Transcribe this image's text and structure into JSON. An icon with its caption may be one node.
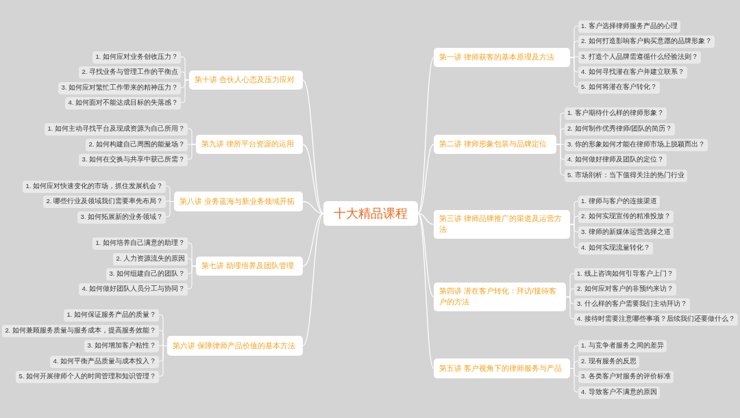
{
  "diagram": {
    "nodes": [
      {
        "text": [
          "十大精品课程"
        ]
      },
      {
        "text": [
          "第一讲 律师获客的基本原理及方法"
        ]
      },
      {
        "text": [
          "1. 客户选择律师服务产品的心理"
        ]
      },
      {
        "text": [
          "2. 如何打造影响客户购买意愿的品牌形象？"
        ]
      },
      {
        "text": [
          "3. 打造个人品牌需遵循什么经验法则？"
        ]
      },
      {
        "text": [
          "4. 如何寻找潜在客户并建立联系？"
        ]
      },
      {
        "text": [
          "5. 如何将潜在客户转化？"
        ]
      },
      {
        "text": [
          "第二讲 律师形象包装与品牌定位"
        ]
      },
      {
        "text": [
          "1. 客户期待什么样的律师形象？"
        ]
      },
      {
        "text": [
          "2. 如何制作优秀律师/团队的简历？"
        ]
      },
      {
        "text": [
          "3. 你的形象如何才能在律师市场上脱颖而出？"
        ]
      },
      {
        "text": [
          "4. 如何做好律师及团队的定位？"
        ]
      },
      {
        "text": [
          "5. 市场剖析：当下值得关注的热门行业"
        ]
      },
      {
        "text": [
          "第三讲 律师品牌推广的渠道及运营方法"
        ]
      },
      {
        "text": [
          "1. 律师与客户的连接渠道"
        ]
      },
      {
        "text": [
          "2. 如何实现宣传的精准投放？"
        ]
      },
      {
        "text": [
          "3. 律师的新媒体运营选择之道"
        ]
      },
      {
        "text": [
          "4. 如何实现流量转化？"
        ]
      },
      {
        "text": [
          "第四讲 潜在客户转化：拜访/接待客户的方法"
        ]
      },
      {
        "text": [
          "1. 线上咨询如何引导客户上门？"
        ]
      },
      {
        "text": [
          "2. 如何应对客户的非预约来访？"
        ]
      },
      {
        "text": [
          "3. 什么样的客户需要我们主动拜访？"
        ]
      },
      {
        "text": [
          "4. 接待时需要注意哪些事项？后续我们还要做什么？"
        ]
      },
      {
        "text": [
          "第五讲 客户视角下的律师服务与产品"
        ]
      },
      {
        "text": [
          "1. 与竞争者服务之间的差异"
        ]
      },
      {
        "text": [
          "2. 现有服务的反思"
        ]
      },
      {
        "text": [
          "3. 各类客户对服务的评价标准"
        ]
      },
      {
        "text": [
          "4. 导致客户不满意的原因"
        ]
      },
      {
        "text": [
          "第六讲 保障律师产品价值的基本方法"
        ]
      },
      {
        "text": [
          "1. 如何保证服务产品的质量？"
        ]
      },
      {
        "text": [
          "2. 如何兼顾服务质量与服务成本，提高服务效能？"
        ]
      },
      {
        "text": [
          "3. 如何增加客户粘性？"
        ]
      },
      {
        "text": [
          "4. 如何平衡产品质量与成本投入？"
        ]
      },
      {
        "text": [
          "5. 如何开展律师个人的时间管理和知识管理？"
        ]
      },
      {
        "text": [
          "第七讲 助理培养及团队管理"
        ]
      },
      {
        "text": [
          "1. 如何培养自己满意的助理？"
        ]
      },
      {
        "text": [
          "2. 人力资源流失的原因"
        ]
      },
      {
        "text": [
          "3. 如何组建自己的团队？"
        ]
      },
      {
        "text": [
          "4. 如何做好团队人员分工与协同？"
        ]
      },
      {
        "text": [
          "第八讲 业务蓝海与新业务领域开拓"
        ]
      },
      {
        "text": [
          "1. 如何应对快速变化的市场，抓住发展机会？"
        ]
      },
      {
        "text": [
          "2. 哪些行业及领域我们需要率先布局？"
        ]
      },
      {
        "text": [
          "3. 如何拓展新的业务领域？"
        ]
      },
      {
        "text": [
          "第九讲 律所平台资源的运用"
        ]
      },
      {
        "text": [
          "1. 如何主动寻找平台及现成资源为自己所用？"
        ]
      },
      {
        "text": [
          "2. 如何构建自己周围的能量场？"
        ]
      },
      {
        "text": [
          "3. 如何在交换与共享中获己所需？"
        ]
      },
      {
        "text": [
          "第十讲 合伙人心态及压力应对"
        ]
      },
      {
        "text": [
          "1. 如何应对业务创收压力？"
        ]
      },
      {
        "text": [
          "2. 寻找业务与管理工作的平衡点"
        ]
      },
      {
        "text": [
          "3. 如何应对繁忙工作带来的精神压力？"
        ]
      },
      {
        "text": [
          "4. 如何面对不能达成目标的失落感？"
        ]
      }
    ],
    "edges": [
      {
        "from": 0,
        "to": 1,
        "arrow": "none"
      },
      {
        "from": 1,
        "to": 2,
        "arrow": "none"
      },
      {
        "from": 1,
        "to": 3,
        "arrow": "none"
      },
      {
        "from": 1,
        "to": 4,
        "arrow": "none"
      },
      {
        "from": 1,
        "to": 5,
        "arrow": "none"
      },
      {
        "from": 1,
        "to": 6,
        "arrow": "none"
      },
      {
        "from": 0,
        "to": 7,
        "arrow": "none"
      },
      {
        "from": 7,
        "to": 8,
        "arrow": "none"
      },
      {
        "from": 7,
        "to": 9,
        "arrow": "none"
      },
      {
        "from": 7,
        "to": 10,
        "arrow": "none"
      },
      {
        "from": 7,
        "to": 11,
        "arrow": "none"
      },
      {
        "from": 7,
        "to": 12,
        "arrow": "none"
      },
      {
        "from": 0,
        "to": 13,
        "arrow": "none"
      },
      {
        "from": 13,
        "to": 14,
        "arrow": "none"
      },
      {
        "from": 13,
        "to": 15,
        "arrow": "none"
      },
      {
        "from": 13,
        "to": 16,
        "arrow": "none"
      },
      {
        "from": 13,
        "to": 17,
        "arrow": "none"
      },
      {
        "from": 0,
        "to": 18,
        "arrow": "none"
      },
      {
        "from": 18,
        "to": 19,
        "arrow": "none"
      },
      {
        "from": 18,
        "to": 20,
        "arrow": "none"
      },
      {
        "from": 18,
        "to": 21,
        "arrow": "none"
      },
      {
        "from": 18,
        "to": 22,
        "arrow": "none"
      },
      {
        "from": 0,
        "to": 23,
        "arrow": "none"
      },
      {
        "from": 23,
        "to": 24,
        "arrow": "none"
      },
      {
        "from": 23,
        "to": 25,
        "arrow": "none"
      },
      {
        "from": 23,
        "to": 26,
        "arrow": "none"
      },
      {
        "from": 23,
        "to": 27,
        "arrow": "none"
      },
      {
        "from": 0,
        "to": 28,
        "arrow": "none"
      },
      {
        "from": 28,
        "to": 29,
        "arrow": "none"
      },
      {
        "from": 28,
        "to": 30,
        "arrow": "none"
      },
      {
        "from": 28,
        "to": 31,
        "arrow": "none"
      },
      {
        "from": 28,
        "to": 32,
        "arrow": "none"
      },
      {
        "from": 28,
        "to": 33,
        "arrow": "none"
      },
      {
        "from": 0,
        "to": 34,
        "arrow": "none"
      },
      {
        "from": 34,
        "to": 35,
        "arrow": "none"
      },
      {
        "from": 34,
        "to": 36,
        "arrow": "none"
      },
      {
        "from": 34,
        "to": 37,
        "arrow": "none"
      },
      {
        "from": 34,
        "to": 38,
        "arrow": "none"
      },
      {
        "from": 0,
        "to": 39,
        "arrow": "none"
      },
      {
        "from": 39,
        "to": 40,
        "arrow": "none"
      },
      {
        "from": 39,
        "to": 41,
        "arrow": "none"
      },
      {
        "from": 39,
        "to": 42,
        "arrow": "none"
      },
      {
        "from": 0,
        "to": 43,
        "arrow": "none"
      },
      {
        "from": 43,
        "to": 44,
        "arrow": "none"
      },
      {
        "from": 43,
        "to": 45,
        "arrow": "none"
      },
      {
        "from": 43,
        "to": 46,
        "arrow": "none"
      },
      {
        "from": 0,
        "to": 47,
        "arrow": "none"
      },
      {
        "from": 47,
        "to": 48,
        "arrow": "none"
      },
      {
        "from": 47,
        "to": 49,
        "arrow": "none"
      },
      {
        "from": 47,
        "to": 50,
        "arrow": "none"
      },
      {
        "from": 47,
        "to": 51,
        "arrow": "none"
      }
    ]
  }
}
